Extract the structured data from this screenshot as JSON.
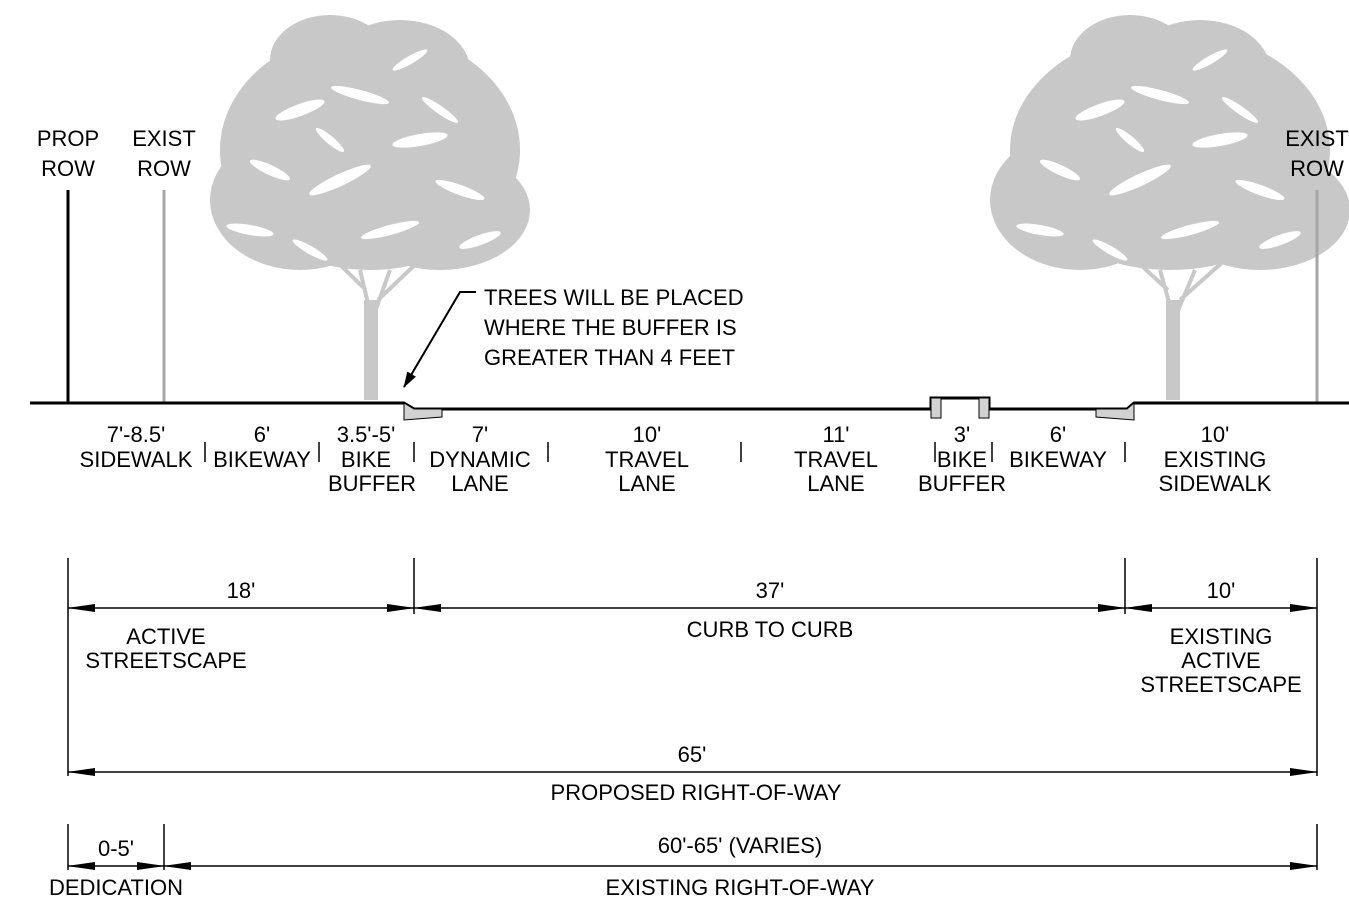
{
  "row_markers": {
    "left_prop": [
      "PROP",
      "ROW"
    ],
    "left_exist": [
      "EXIST",
      "ROW"
    ],
    "right_exist": [
      "EXIST",
      "ROW"
    ]
  },
  "callout": {
    "lines": [
      "TREES WILL BE PLACED",
      "WHERE THE BUFFER IS",
      "GREATER THAN 4 FEET"
    ]
  },
  "segments": [
    {
      "id": "sidewalk",
      "width": "7'-8.5'",
      "name": [
        "SIDEWALK"
      ]
    },
    {
      "id": "bikeway-left",
      "width": "6'",
      "name": [
        "BIKEWAY"
      ]
    },
    {
      "id": "bike-buffer-left",
      "width": "3.5'-5'",
      "name": [
        "BIKE",
        "BUFFER"
      ]
    },
    {
      "id": "dynamic-lane",
      "width": "7'",
      "name": [
        "DYNAMIC",
        "LANE"
      ]
    },
    {
      "id": "travel-lane-1",
      "width": "10'",
      "name": [
        "TRAVEL",
        "LANE"
      ]
    },
    {
      "id": "travel-lane-2",
      "width": "11'",
      "name": [
        "TRAVEL",
        "LANE"
      ]
    },
    {
      "id": "bike-buffer-right",
      "width": "3'",
      "name": [
        "BIKE",
        "BUFFER"
      ]
    },
    {
      "id": "bikeway-right",
      "width": "6'",
      "name": [
        "BIKEWAY"
      ]
    },
    {
      "id": "existing-sidewalk",
      "width": "10'",
      "name": [
        "EXISTING",
        "SIDEWALK"
      ]
    }
  ],
  "dimensions": {
    "active_streetscape": {
      "value": "18'",
      "label": [
        "ACTIVE",
        "STREETSCAPE"
      ]
    },
    "curb_to_curb": {
      "value": "37'",
      "label": [
        "CURB TO CURB"
      ]
    },
    "existing_active": {
      "value": "10'",
      "label": [
        "EXISTING",
        "ACTIVE",
        "STREETSCAPE"
      ]
    },
    "proposed_row": {
      "value": "65'",
      "label": [
        "PROPOSED RIGHT-OF-WAY"
      ]
    },
    "dedication": {
      "value": "0-5'",
      "label": [
        "DEDICATION"
      ]
    },
    "existing_row": {
      "value": "60'-65' (VARIES)",
      "label": [
        "EXISTING RIGHT-OF-WAY"
      ]
    }
  },
  "colors": {
    "line": "#000000",
    "tree": "#c4c4c4",
    "exist_row": "#a6a6a6",
    "curb_fill": "#d2d2d2"
  }
}
